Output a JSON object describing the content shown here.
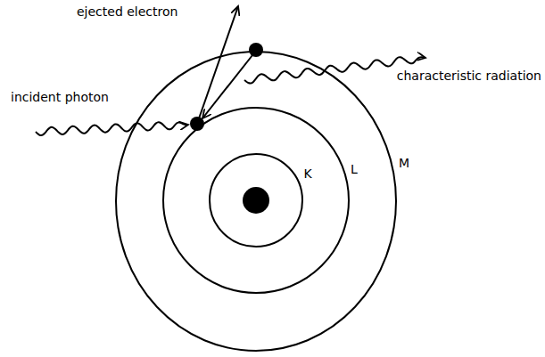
{
  "diagram": {
    "labels": [
      "ejected electron",
      "incident photon",
      "characteristic radiation",
      "K",
      "L",
      "M"
    ]
  }
}
